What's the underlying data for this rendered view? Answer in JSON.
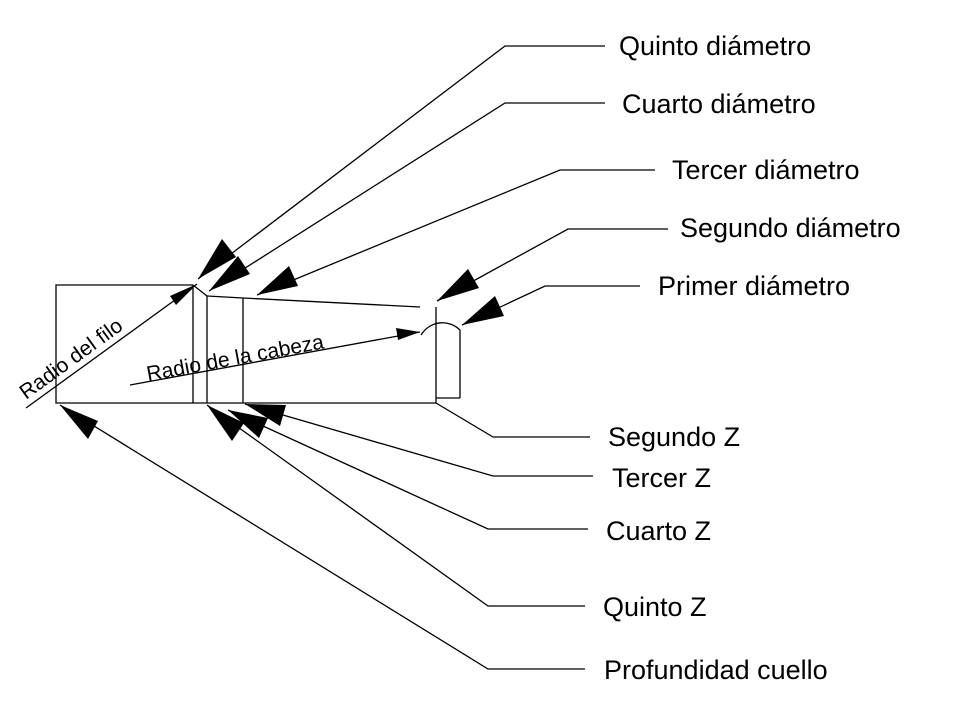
{
  "labels": {
    "quinto_diametro": "Quinto diámetro",
    "cuarto_diametro": "Cuarto diámetro",
    "tercer_diametro": "Tercer diámetro",
    "segundo_diametro": "Segundo diámetro",
    "primer_diametro": "Primer diámetro",
    "segundo_z": "Segundo Z",
    "tercer_z": "Tercer Z",
    "cuarto_z": "Cuarto Z",
    "quinto_z": "Quinto Z",
    "profundidad_cuello": "Profundidad cuello",
    "radio_del_filo": "Radio del filo",
    "radio_de_la_cabeza": "Radio de la cabeza"
  }
}
